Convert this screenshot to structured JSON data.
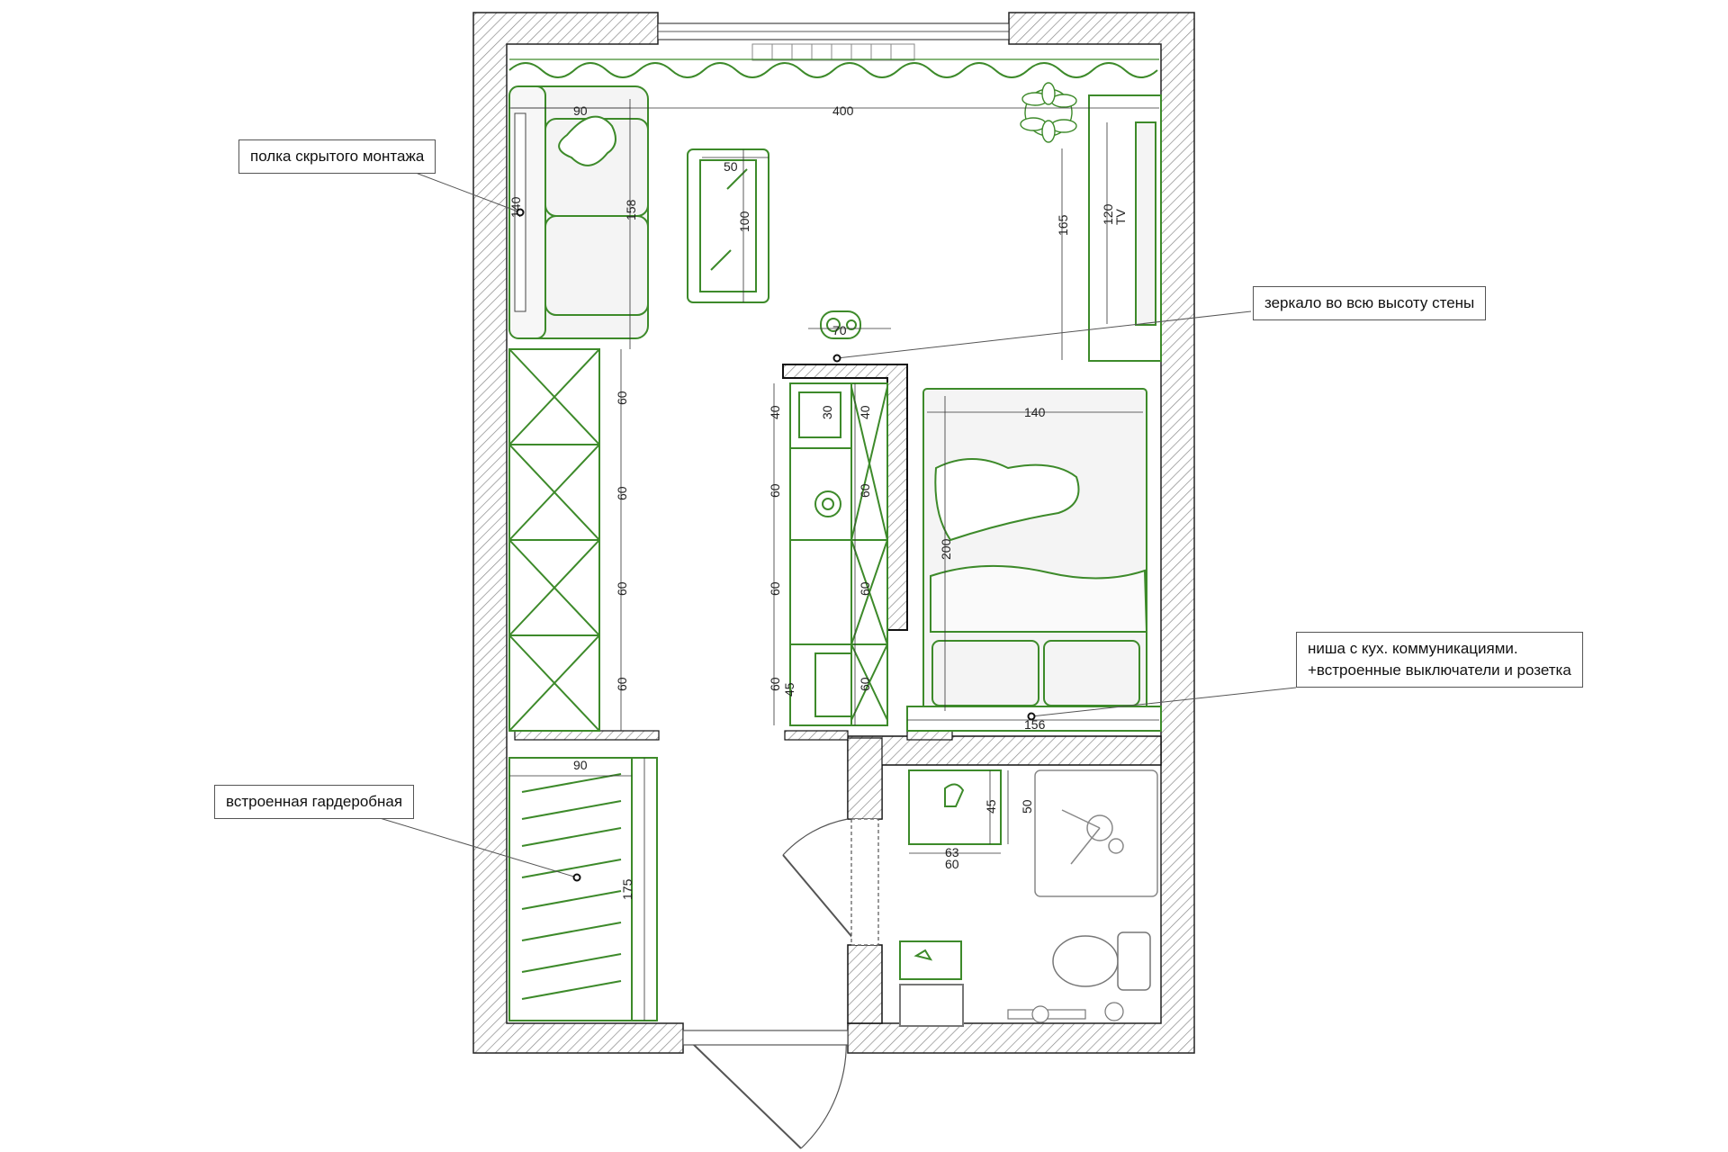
{
  "callouts": {
    "shelf": "полка скрытого монтажа",
    "mirror": "зеркало во всю высоту стены",
    "niche_line1": "ниша с кух. коммуникациями.",
    "niche_line2": "+встроенные выключатели и розетка",
    "wardrobe": "встроенная гардеробная"
  },
  "dimensions": {
    "room_width": "400",
    "sofa_depth": "90",
    "sofa_length": "158",
    "shelf_len": "140",
    "table_w": "50",
    "table_l": "100",
    "tv_wall": "165",
    "tv_unit": "120",
    "tv_label": "TV",
    "mirror_w": "70",
    "bed_w": "140",
    "bed_l": "200",
    "bed_base": "156",
    "cab_60": "60",
    "kitchen_40": "40",
    "kitchen_30": "30",
    "kitchen_45": "45",
    "wardrobe_depth": "90",
    "wardrobe_len": "175",
    "sink_50": "50",
    "sink_45": "45",
    "sink_60": "60",
    "sink_63": "63"
  },
  "colors": {
    "wall_hatch": "#7a7a7a",
    "furniture": "#3d8a2a",
    "floor_light": "#f4f4f4"
  }
}
